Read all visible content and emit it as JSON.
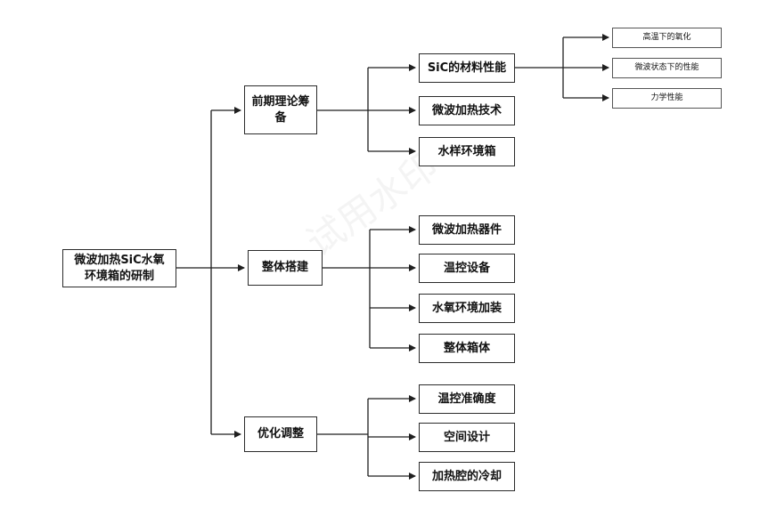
{
  "watermark": "试用水印",
  "root": {
    "label": "微波加热SiC水氧环境箱的研制"
  },
  "branches": [
    {
      "label": "前期理论筹备",
      "children": [
        {
          "label": "SiC的材料性能",
          "children": [
            "高温下的氧化",
            "微波状态下的性能",
            "力学性能"
          ]
        },
        {
          "label": "微波加热技术"
        },
        {
          "label": "水样环境箱"
        }
      ]
    },
    {
      "label": "整体搭建",
      "children": [
        {
          "label": "微波加热器件"
        },
        {
          "label": "温控设备"
        },
        {
          "label": "水氧环境加装"
        },
        {
          "label": "整体箱体"
        }
      ]
    },
    {
      "label": "优化调整",
      "children": [
        {
          "label": "温控准确度"
        },
        {
          "label": "空间设计"
        },
        {
          "label": "加热腔的冷却"
        }
      ]
    }
  ],
  "colors": {
    "line": "#1f1f1f",
    "border": "#2b2b2b"
  }
}
